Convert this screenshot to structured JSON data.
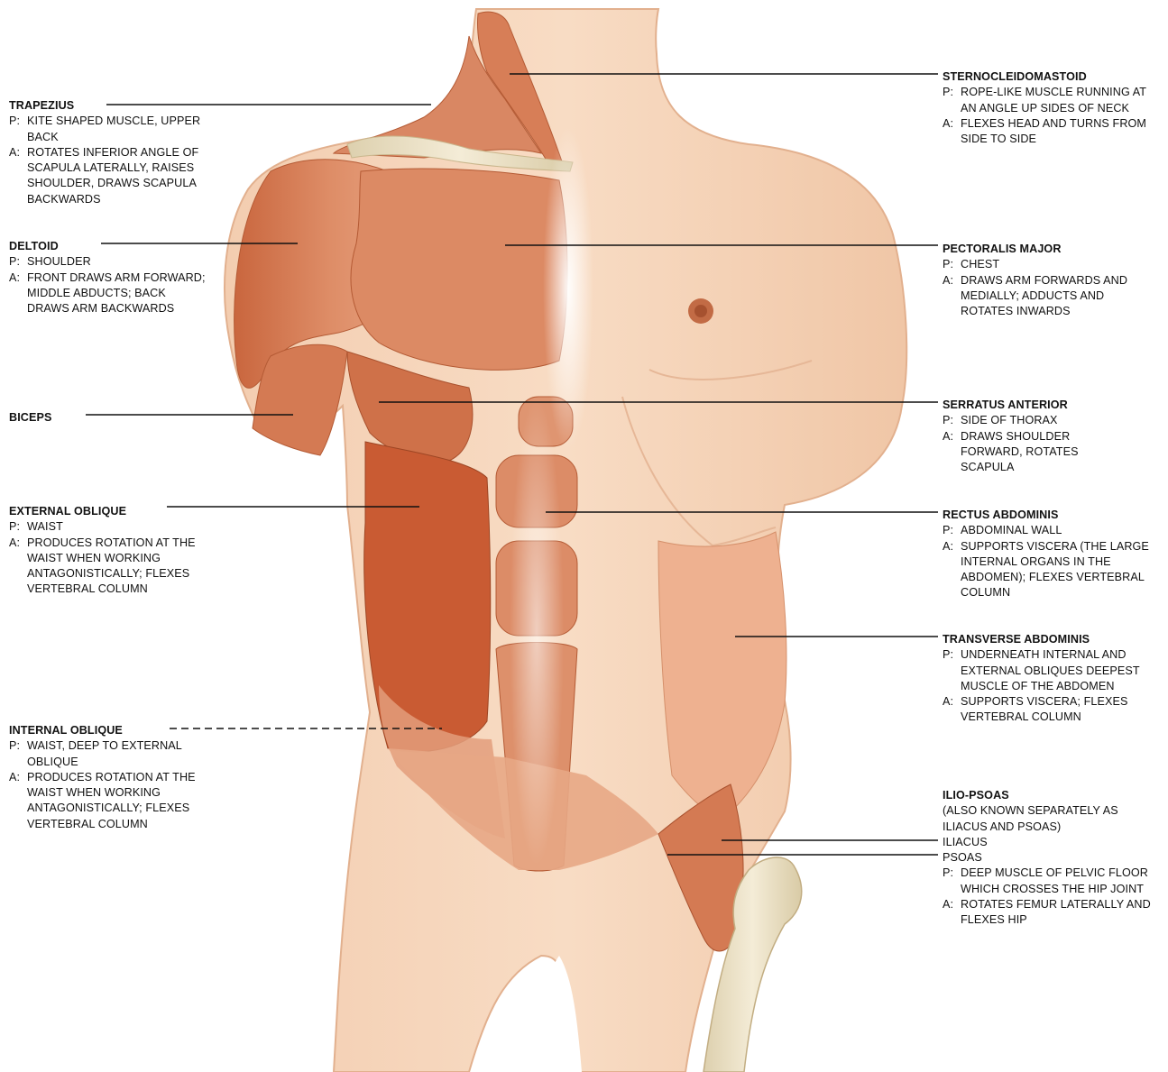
{
  "colors": {
    "muscle": "#d9855f",
    "muscle_dark": "#b5542f",
    "skin": "#f6d3b6",
    "bone": "#ede3c8",
    "line": "#111111"
  },
  "labels": {
    "trapezius": {
      "name": "TRAPEZIUS",
      "p_key": "P:",
      "p": "KITE SHAPED MUSCLE, UPPER BACK",
      "a_key": "A:",
      "a": "ROTATES INFERIOR ANGLE OF SCAPULA LATERALLY, RAISES SHOULDER, DRAWS SCAPULA BACKWARDS"
    },
    "deltoid": {
      "name": "DELTOID",
      "p_key": "P:",
      "p": "SHOULDER",
      "a_key": "A:",
      "a": "FRONT DRAWS ARM FORWARD; MIDDLE ABDUCTS; BACK DRAWS ARM BACKWARDS"
    },
    "biceps": {
      "name": "BICEPS"
    },
    "external_oblique": {
      "name": "EXTERNAL OBLIQUE",
      "p_key": "P:",
      "p": "WAIST",
      "a_key": "A:",
      "a": "PRODUCES ROTATION AT THE WAIST WHEN WORKING ANTAGONISTICALLY; FLEXES VERTEBRAL COLUMN"
    },
    "internal_oblique": {
      "name": "INTERNAL OBLIQUE",
      "p_key": "P:",
      "p": "WAIST, DEEP TO EXTERNAL OBLIQUE",
      "a_key": "A:",
      "a": "PRODUCES ROTATION AT THE WAIST WHEN WORKING ANTAGONISTICALLY; FLEXES VERTEBRAL COLUMN"
    },
    "sternocleidomastoid": {
      "name": "STERNOCLEIDOMASTOID",
      "p_key": "P:",
      "p": "ROPE-LIKE MUSCLE RUNNING AT AN ANGLE UP SIDES OF NECK",
      "a_key": "A:",
      "a": "FLEXES HEAD AND TURNS FROM SIDE TO SIDE"
    },
    "pectoralis_major": {
      "name": "PECTORALIS MAJOR",
      "p_key": "P:",
      "p": "CHEST",
      "a_key": "A:",
      "a": "DRAWS ARM FORWARDS AND MEDIALLY; ADDUCTS AND ROTATES INWARDS"
    },
    "serratus_anterior": {
      "name": "SERRATUS ANTERIOR",
      "p_key": "P:",
      "p": "SIDE OF THORAX",
      "a_key": "A:",
      "a": "DRAWS SHOULDER FORWARD, ROTATES SCAPULA"
    },
    "rectus_abdominis": {
      "name": "RECTUS ABDOMINIS",
      "p_key": "P:",
      "p": "ABDOMINAL WALL",
      "a_key": "A:",
      "a": "SUPPORTS VISCERA (THE LARGE INTERNAL ORGANS IN THE ABDOMEN); FLEXES VERTEBRAL COLUMN"
    },
    "transverse_abdominis": {
      "name": "TRANSVERSE ABDOMINIS",
      "p_key": "P:",
      "p": "UNDERNEATH INTERNAL AND EXTERNAL OBLIQUES DEEPEST MUSCLE OF THE ABDOMEN",
      "a_key": "A:",
      "a": "SUPPORTS VISCERA; FLEXES VERTEBRAL COLUMN"
    },
    "ilio_psoas": {
      "name": "ILIO-PSOAS",
      "note": "(ALSO KNOWN SEPARATELY AS ILIACUS AND PSOAS)",
      "iliacus": "ILIACUS",
      "psoas": "PSOAS",
      "p_key": "P:",
      "p": "DEEP MUSCLE OF PELVIC FLOOR WHICH CROSSES THE HIP JOINT",
      "a_key": "A:",
      "a": "ROTATES FEMUR LATERALLY AND FLEXES HIP"
    }
  }
}
